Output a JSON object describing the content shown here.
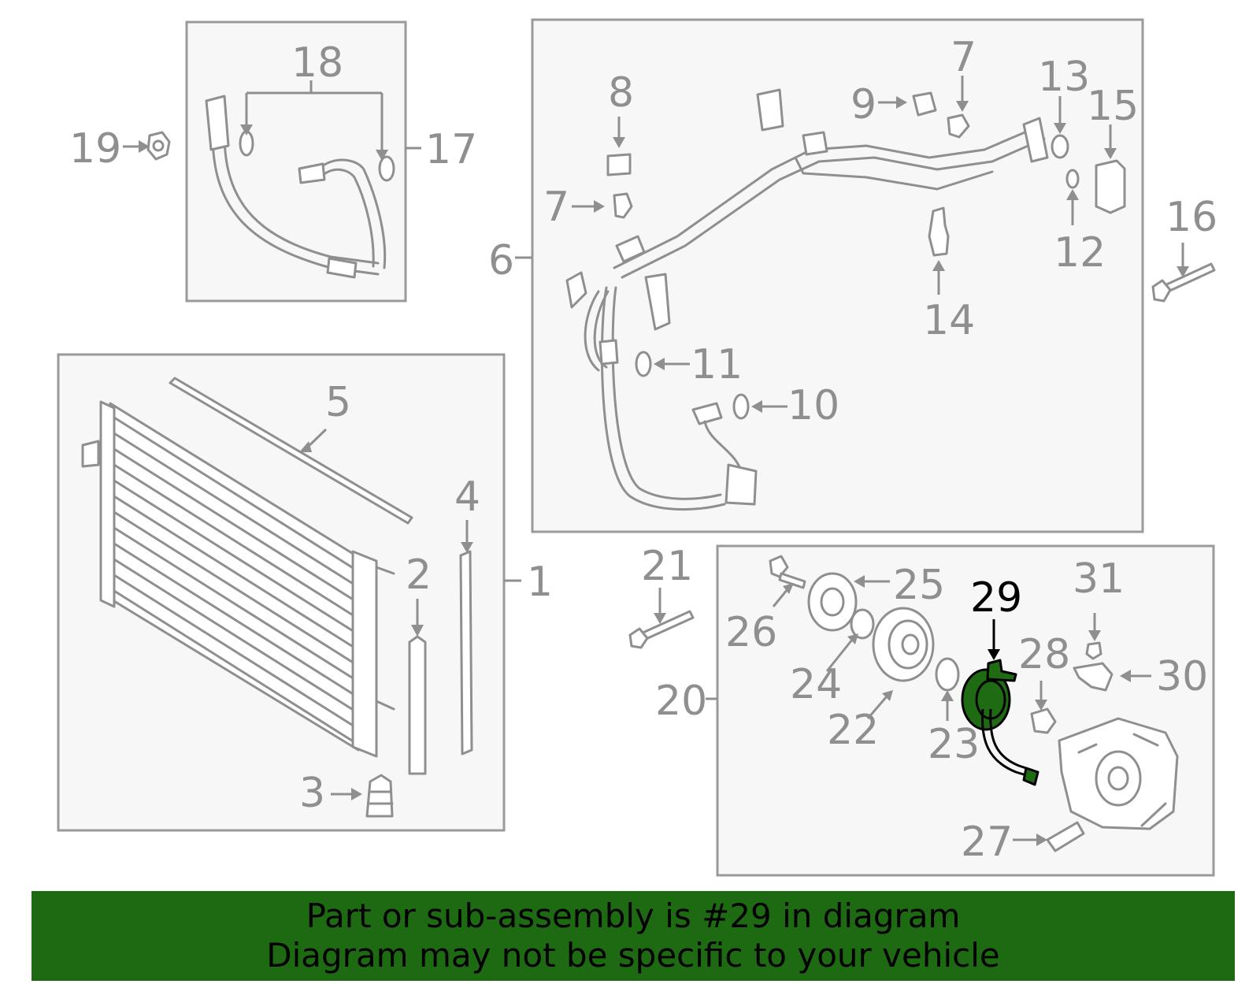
{
  "callouts": {
    "c1": "1",
    "c2": "2",
    "c3": "3",
    "c4": "4",
    "c5": "5",
    "c6": "6",
    "c7a": "7",
    "c7b": "7",
    "c8": "8",
    "c9": "9",
    "c10": "10",
    "c11": "11",
    "c12": "12",
    "c13": "13",
    "c14": "14",
    "c15": "15",
    "c16": "16",
    "c17": "17",
    "c18": "18",
    "c19": "19",
    "c20": "20",
    "c21": "21",
    "c22": "22",
    "c23": "23",
    "c24": "24",
    "c25": "25",
    "c26": "26",
    "c27": "27",
    "c28": "28",
    "c29": "29",
    "c30": "30",
    "c31": "31"
  },
  "highlight": {
    "part": "29",
    "color": "#1f6b14"
  },
  "banner": {
    "line1": "Part or sub-assembly is #29 in diagram",
    "line2": "Diagram may not be specific to your vehicle",
    "color": "#1e6a12"
  }
}
